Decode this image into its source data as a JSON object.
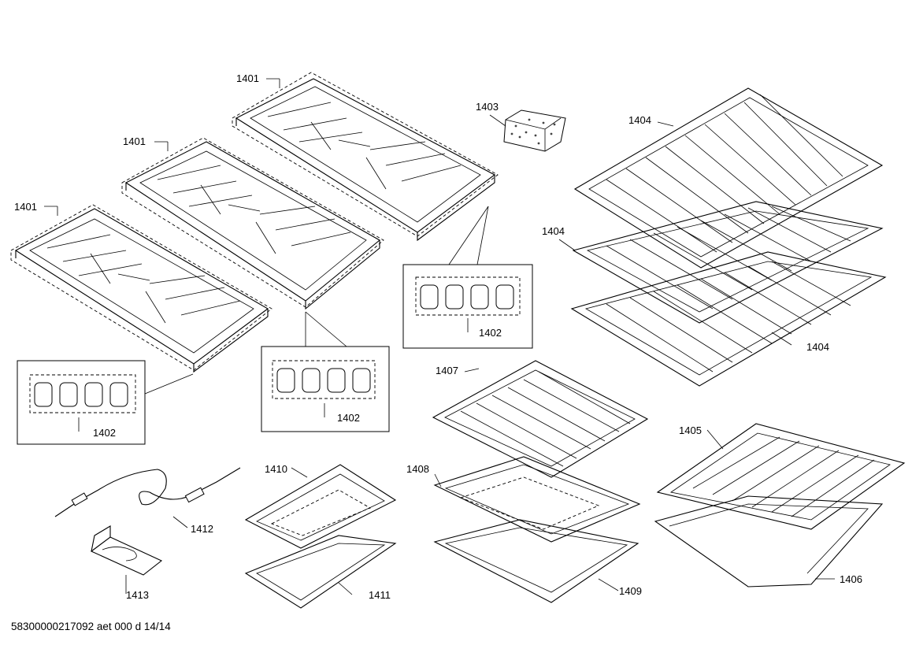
{
  "parts": {
    "grate_1": "1401",
    "grate_2": "1401",
    "grate_3": "1401",
    "bumpers_1": "1402",
    "bumpers_2": "1402",
    "bumpers_3": "1402",
    "sponge": "1403",
    "rack_1": "1404",
    "rack_2": "1404",
    "rack_3": "1404",
    "broil_grid": "1405",
    "broil_pan": "1406",
    "wire_rack": "1407",
    "steam_tray": "1408",
    "pan_large": "1409",
    "perforated_pan": "1410",
    "pan_small": "1411",
    "probe": "1412",
    "holder": "1413"
  },
  "footer": "58300000217092 aet 000 d 14/14"
}
